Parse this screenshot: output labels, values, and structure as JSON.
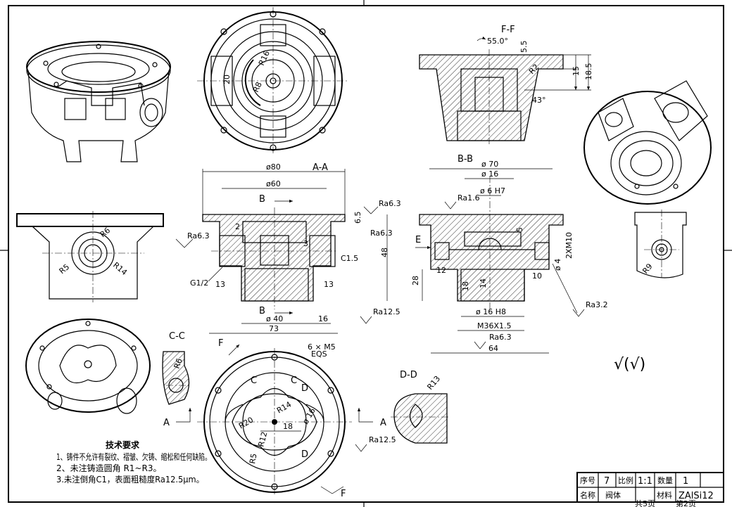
{
  "title_block": {
    "serial_label": "序号",
    "serial_value": "7",
    "scale_label": "比例",
    "scale_value": "1:1",
    "qty_label": "数量",
    "qty_value": "1",
    "name_label": "名称",
    "name_value": "阀体",
    "material_label": "材料",
    "material_value": "ZAlSi12",
    "sheets_total": "共5页",
    "sheet_no": "第2页"
  },
  "views": {
    "section_aa": "A-A",
    "section_bb": "B-B",
    "section_cc": "C-C",
    "section_dd": "D-D",
    "section_ff": "F-F"
  },
  "cut_letters": {
    "a": "A",
    "b": "B",
    "c": "C",
    "d": "D",
    "e": "E",
    "f": "F"
  },
  "dims_aa": {
    "d80": "ø80",
    "d60": "ø60",
    "d40": "ø 40",
    "len73": "73",
    "len16": "16",
    "len13a": "13",
    "len13b": "13",
    "h48": "48",
    "h65": "6.5",
    "r2": "2",
    "r3": "3",
    "c15": "C1.5",
    "thread": "G1/2",
    "ra63a": "Ra6.3",
    "ra63b": "Ra6.3",
    "ra63c": "Ra6.3",
    "ra125": "Ra12.5"
  },
  "dims_bb": {
    "d70": "ø 70",
    "d16": "ø 16",
    "d6h7": "ø 6 H7",
    "d16h8": "ø 16 H8",
    "m36": "M36X1.5",
    "len64": "64",
    "h28": "28",
    "v18": "18",
    "v14": "14",
    "v12": "12",
    "v10": "10",
    "v5": "5",
    "d4": "ø 4",
    "m10": "2XM10",
    "ra16": "Ra1.6",
    "ra63": "Ra6.3",
    "ra32": "Ra3.2"
  },
  "dims_ff": {
    "angle55": "55.0°",
    "h55": "5.5",
    "h15": "15",
    "h185": "18.5",
    "angle43": "43°",
    "r2": "R2"
  },
  "dims_top": {
    "w20": "20",
    "r16": "R16",
    "r8": "R8"
  },
  "dims_side": {
    "r6": "R6",
    "r5": "R5",
    "r14": "R14"
  },
  "dims_cc": {
    "r6": "R6"
  },
  "dims_bottom": {
    "holes": "6 × M5",
    "eqs": "EQS",
    "r14": "R14",
    "r20": "R20",
    "len18": "18",
    "d16": "ø 16",
    "r12": "R12",
    "r5": "R5",
    "ra125": "Ra12.5"
  },
  "dims_dd": {
    "r13": "R13"
  },
  "dims_right": {
    "r9": "R9"
  },
  "general_roughness": "√(√)",
  "notes": {
    "heading": "技术要求",
    "line1": "1、铸件不允许有裂纹、褶皱、欠铸、缩松和任何缺陷。",
    "line2": "2、未注铸造圆角 R1~R3。",
    "line3": "3.未注倒角C1，表面粗糙度Ra12.5μm。"
  }
}
